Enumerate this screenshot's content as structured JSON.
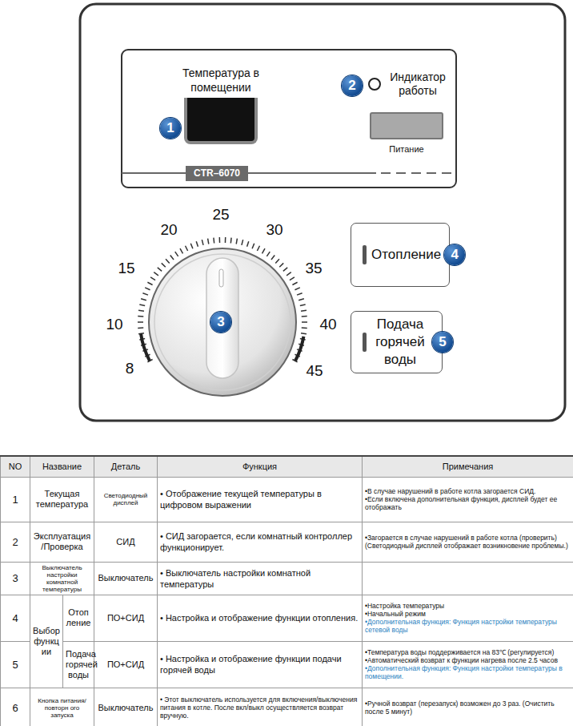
{
  "diagram": {
    "nodes": [
      {
        "text": [
          "Температура в помещении"
        ]
      },
      {
        "text": [
          "1"
        ]
      },
      {
        "text": [
          "Индикатор работы"
        ]
      },
      {
        "text": [
          "2"
        ]
      },
      {
        "text": [
          "Питание"
        ]
      },
      {
        "text": [
          "CTR–6070"
        ]
      },
      {
        "text": [
          "3"
        ]
      },
      {
        "text": [
          "Отопление"
        ]
      },
      {
        "text": [
          "4"
        ]
      },
      {
        "text": [
          "Подача горячей воды"
        ]
      },
      {
        "text": [
          "5"
        ]
      }
    ],
    "labels": [
      "8",
      "10",
      "15",
      "20",
      "25",
      "30",
      "35",
      "40",
      "45",
      "NO",
      "Название",
      "Деталь",
      "Функция",
      "Примечания",
      "1",
      "Текущая температура",
      "Светодиодный дисплей",
      "• Отображение текущей температуры в цифровом выражении",
      "•В случае нарушений в работе котла загорается СИД.",
      "•Если включена дополнительная функция, дисплей будет ее отображать",
      "2",
      "Эксплуатация /Проверка",
      "СИД",
      "• СИД загорается, если комнатный контроллер функционирует.",
      "•Загорается в случае нарушений в работе котла (проверить) (Светодиодный дисплей отображает возникновение проблемы.)",
      "3",
      "Выключатель настройки комнатной температуры",
      "Выключатель",
      "• Выключатель настройки комнатной температуры",
      "4",
      "Выбор функц ии",
      "Отоп ление",
      "ПО+СИД",
      "• Настройка и отображение функции отопления.",
      "•Настройка температуры",
      "•Начальный режим",
      "•Дополнительная функция: Функция настройки температуры сетевой воды",
      "5",
      "Подача горячей воды",
      "ПО+СИД",
      "• Настройка и отображение функции подачи горячей воды",
      "•Температура воды поддерживается на 83℃ (регулируется)",
      "•Автоматический возврат к функции нагрева после 2.5 часов",
      "•Дополнительная функция: Функция настройки температуры в помещении.",
      "6",
      "Кнопка питания/повторн ого запуска",
      "Выключатель",
      "• Этот выключатель используется для включения/выключения питания в котле. После вкл/выкл осуществляется возврат вручную.",
      "•Ручной возврат (перезапуск) возможен до 3 раз. (Очистить после 5 минут)"
    ]
  }
}
